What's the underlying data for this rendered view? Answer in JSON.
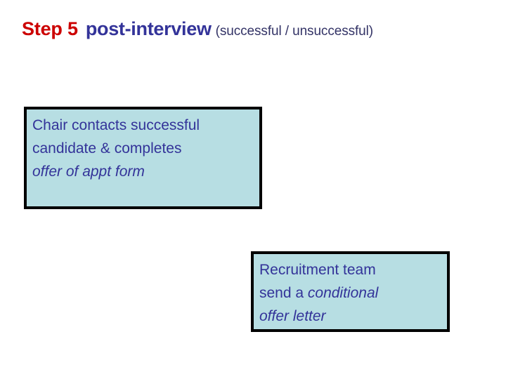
{
  "slide": {
    "background_color": "#ffffff",
    "title": {
      "step_label": "Step 5",
      "step_color": "#cc0000",
      "main_label": "post-interview",
      "main_color": "#333399",
      "parenthetical": "(successful / unsuccessful)"
    },
    "boxes": [
      {
        "id": "chair-contacts",
        "fill_color": "#b7dee3",
        "border_color": "#000000",
        "text_color": "#333399",
        "lines": [
          {
            "text": "Chair contacts successful",
            "italic": false
          },
          {
            "text": "candidate & completes",
            "italic": false
          },
          {
            "text": "offer of appt form",
            "italic": true
          }
        ]
      },
      {
        "id": "recruitment-team",
        "fill_color": "#b7dee3",
        "border_color": "#000000",
        "text_color": "#333399",
        "lines": [
          {
            "text": "Recruitment team",
            "italic": false
          },
          {
            "text_plain": "send a ",
            "text_italic": "conditional",
            "italic": "mixed"
          },
          {
            "text": "offer letter",
            "italic": true
          }
        ]
      }
    ]
  }
}
